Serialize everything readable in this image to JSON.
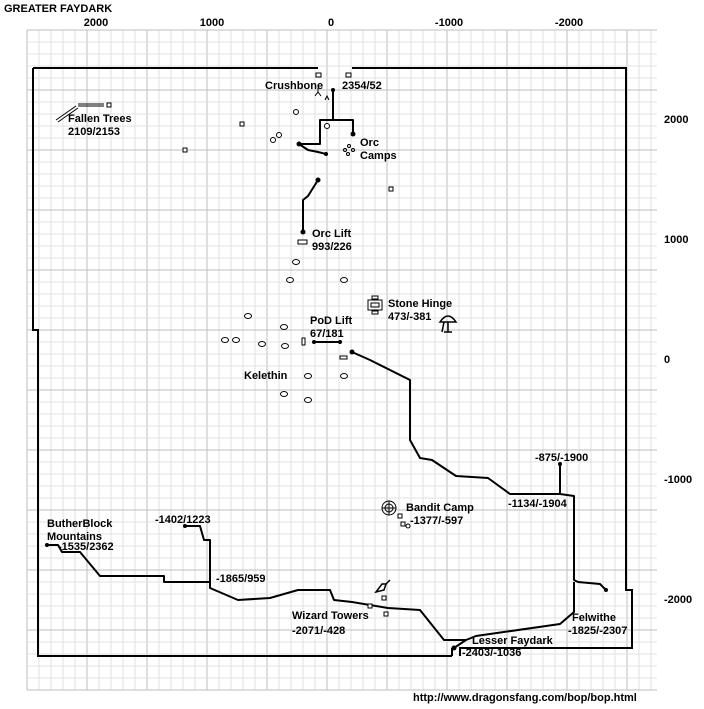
{
  "title": "GREATER FAYDARK",
  "url": "http://www.dragonsfang.com/bop/bop.html",
  "colors": {
    "grid_minor": "#e2e2e2",
    "grid_major": "#bdbdbd",
    "ink": "#000000",
    "background": "#ffffff"
  },
  "axes": {
    "top_ticks": [
      "2000",
      "1000",
      "0",
      "-1000",
      "-2000"
    ],
    "right_ticks": [
      "2000",
      "1000",
      "0",
      "-1000",
      "-2000"
    ]
  },
  "labels": {
    "crushbone": "Crushbone",
    "crushbone_coords": "2354/52",
    "fallen_trees": "Fallen Trees",
    "fallen_trees_coords": "2109/2153",
    "orc": "Orc",
    "camps": "Camps",
    "orc_lift": "Orc Lift",
    "orc_lift_coords": "993/226",
    "stone_hinge": "Stone Hinge",
    "stone_hinge_coords": "473/-381",
    "pod_lift": "PoD Lift",
    "pod_lift_coords": "67/181",
    "kelethin": "Kelethin",
    "marker_875": "-875/-1900",
    "marker_1134": "-1134/-1904",
    "bandit_camp": "Bandit Camp",
    "bandit_camp_coords": "-1377/-597",
    "butherblock": "ButherBlock",
    "mountains": "Mountains",
    "mountains_coords": "-1535/2362",
    "marker_1402": "-1402/1223",
    "marker_1865": "-1865/959",
    "wizard_towers": "Wizard Towers",
    "wizard_towers_coords": "-2071/-428",
    "felwithe": "Felwithe",
    "felwithe_coords": "-1825/-2307",
    "lesser_faydark": "Lesser Faydark",
    "lesser_faydark_coords": "-2403/-1036"
  },
  "icons": [
    "orc-camp-icon",
    "stone-hinge-icon",
    "arch-icon",
    "bandit-camp-icon",
    "wizard-tower-icon",
    "tree-icon"
  ]
}
